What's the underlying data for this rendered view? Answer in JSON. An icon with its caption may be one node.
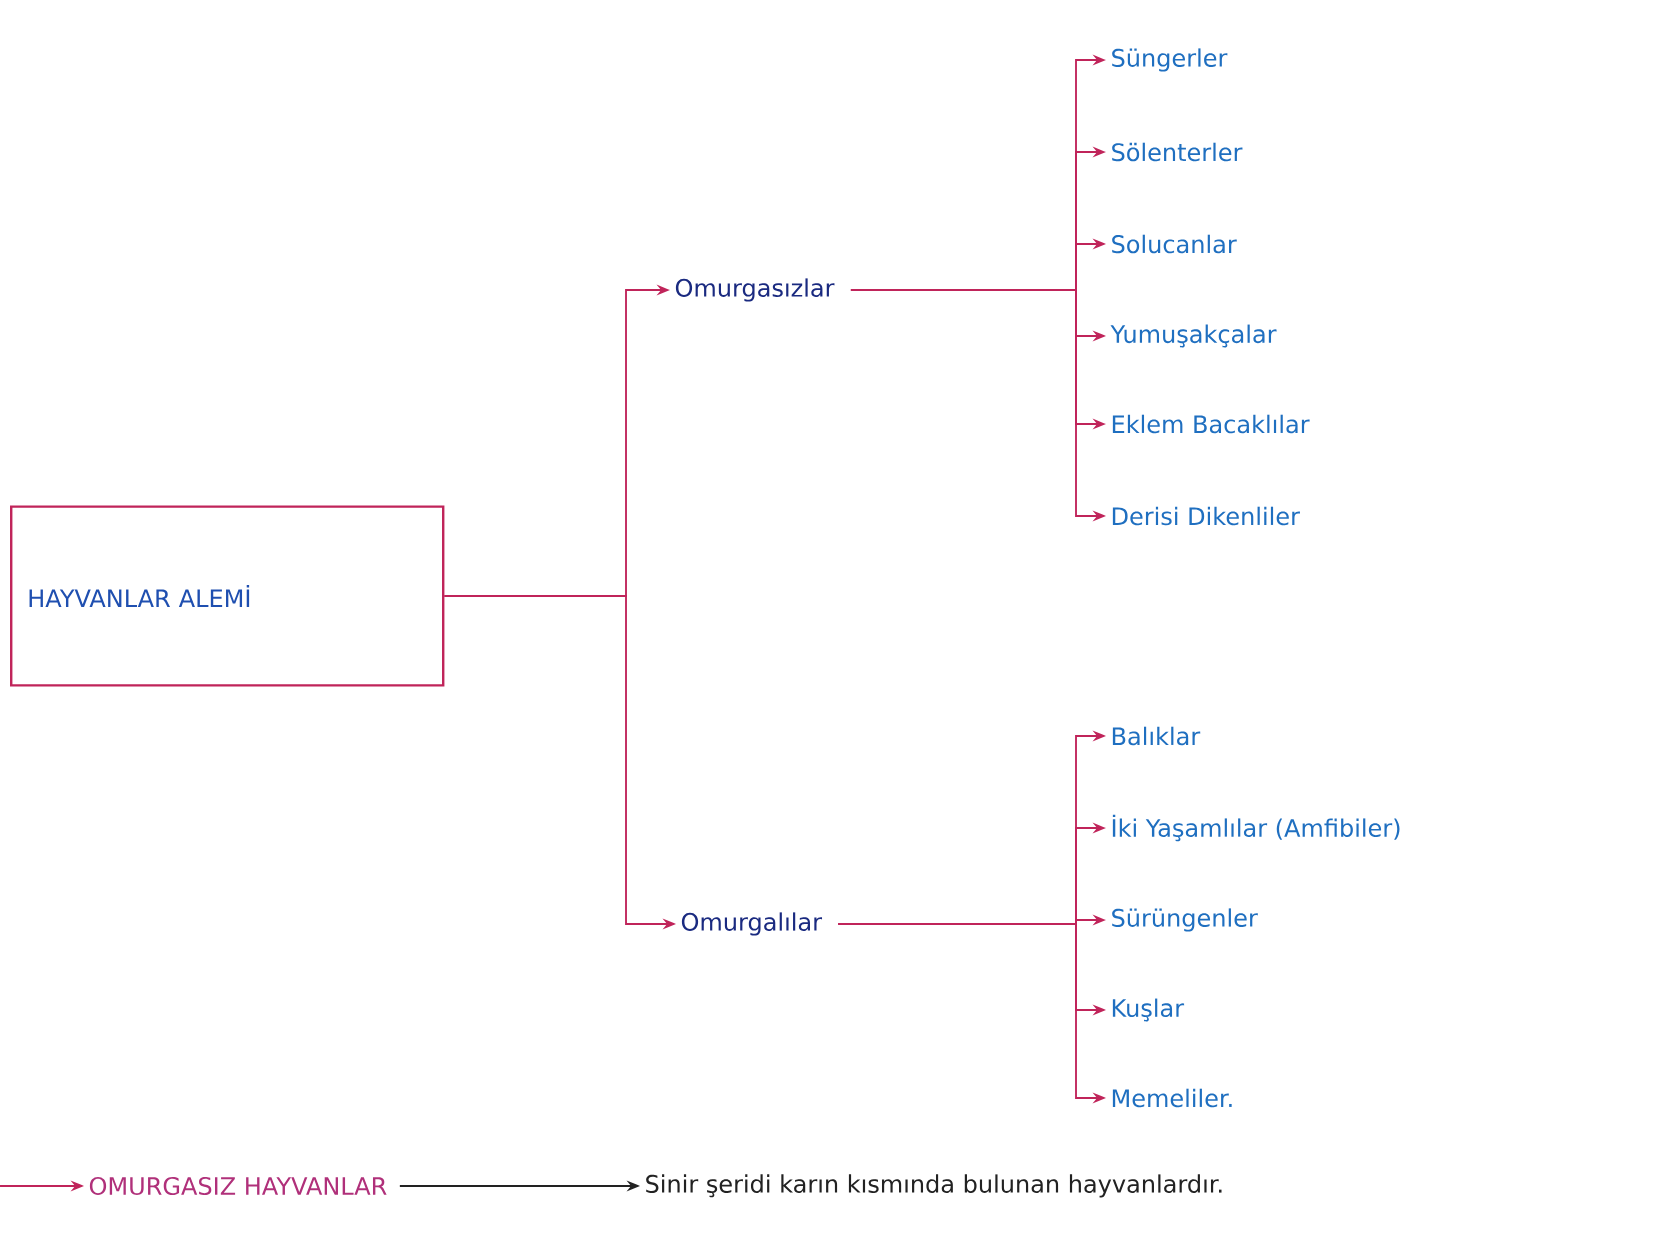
{
  "diagram": {
    "nodes": [
      {
        "text": [
          "HAYVANLAR ALEMİ"
        ]
      },
      {
        "text": [
          "Omurgasızlar"
        ]
      },
      {
        "text": [
          "Omurgalılar"
        ]
      },
      {
        "text": [
          "Süngerler"
        ]
      },
      {
        "text": [
          "Sölenterler"
        ]
      },
      {
        "text": [
          "Solucanlar"
        ]
      },
      {
        "text": [
          "Yumuşakçalar"
        ]
      },
      {
        "text": [
          "Eklem Bacaklılar"
        ]
      },
      {
        "text": [
          "Derisi Dikenliler"
        ]
      },
      {
        "text": [
          "Balıklar"
        ]
      },
      {
        "text": [
          "İki Yaşamlılar (Amfibiler)"
        ]
      },
      {
        "text": [
          "Sürüngenler"
        ]
      },
      {
        "text": [
          "Kuşlar"
        ]
      },
      {
        "text": [
          "Memeliler."
        ]
      },
      {
        "text": [
          "OMURGASIZ HAYVANLAR"
        ]
      },
      {
        "text": [
          "Sinir şeridi karın kısmında bulunan hayvanlardır."
        ]
      }
    ],
    "edges": [
      {
        "from": 0,
        "to": 1,
        "arrow": "to"
      },
      {
        "from": 0,
        "to": 2,
        "arrow": "to"
      },
      {
        "from": 1,
        "to": 3,
        "arrow": "to"
      },
      {
        "from": 1,
        "to": 4,
        "arrow": "to"
      },
      {
        "from": 1,
        "to": 5,
        "arrow": "to"
      },
      {
        "from": 1,
        "to": 6,
        "arrow": "to"
      },
      {
        "from": 1,
        "to": 7,
        "arrow": "to"
      },
      {
        "from": 1,
        "to": 8,
        "arrow": "to"
      },
      {
        "from": 2,
        "to": 9,
        "arrow": "to"
      },
      {
        "from": 2,
        "to": 10,
        "arrow": "to"
      },
      {
        "from": 2,
        "to": 11,
        "arrow": "to"
      },
      {
        "from": 2,
        "to": 12,
        "arrow": "to"
      },
      {
        "from": 2,
        "to": 13,
        "arrow": "to"
      },
      {
        "from": null,
        "to": 14,
        "arrow": "to"
      },
      {
        "from": 14,
        "to": 15,
        "arrow": "to",
        "color": "#222222"
      }
    ]
  }
}
